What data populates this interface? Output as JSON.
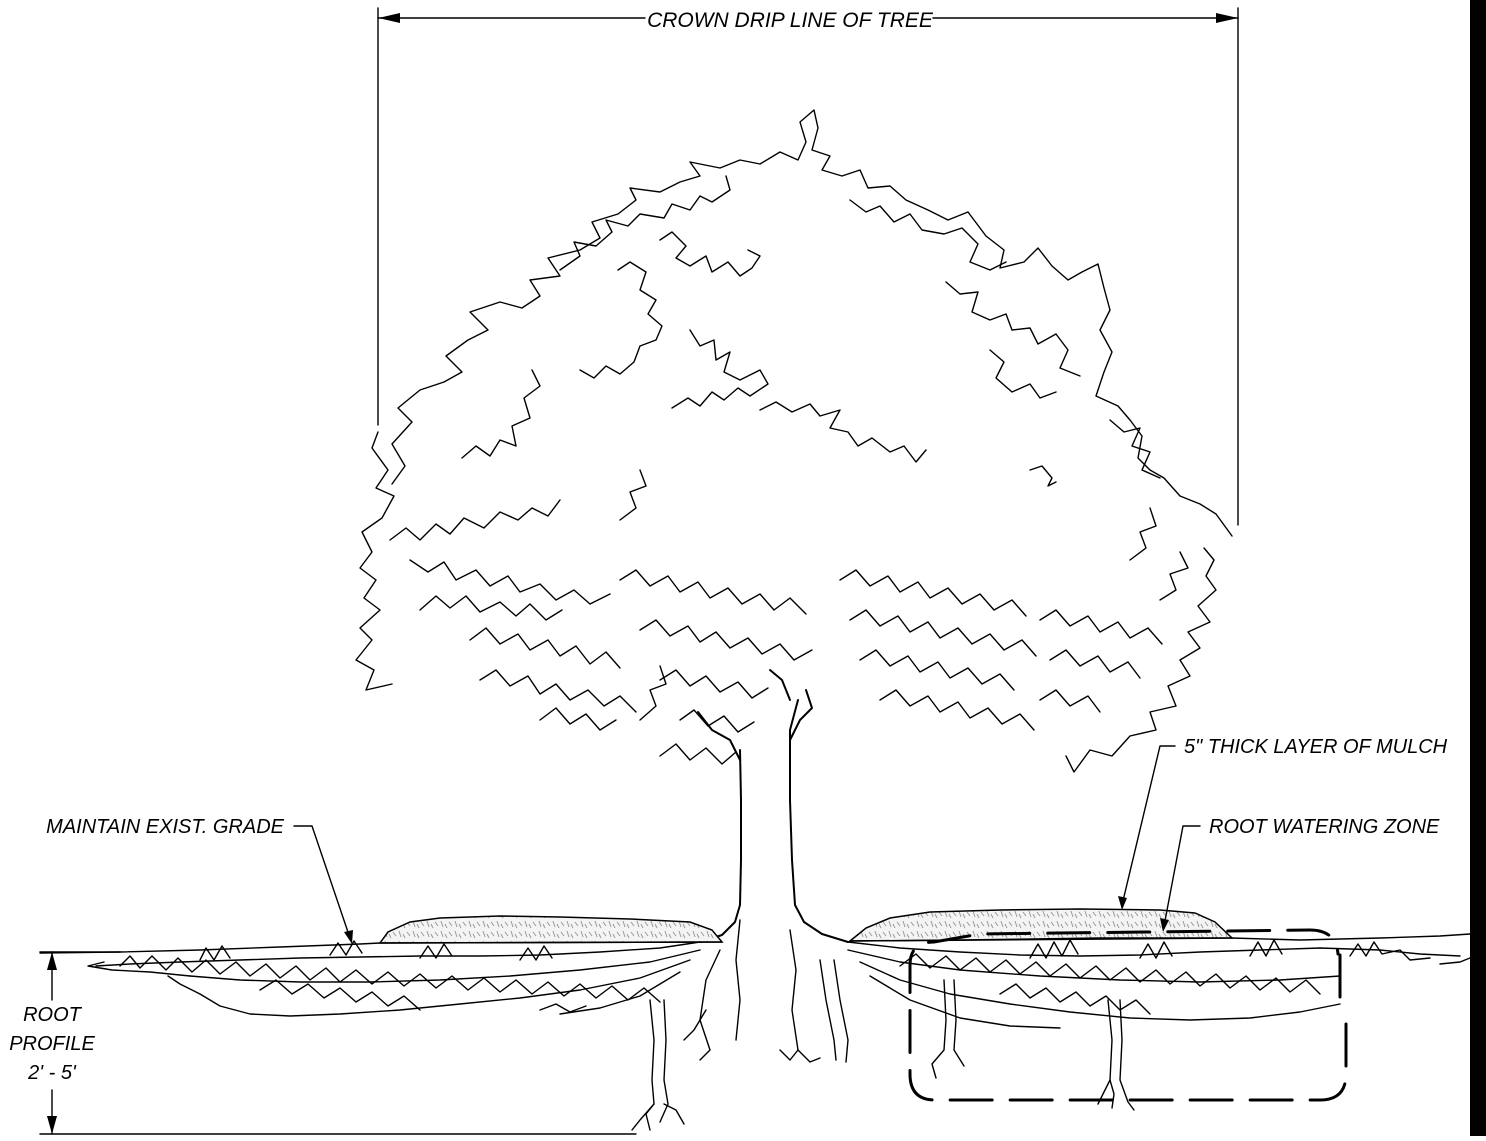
{
  "labels": {
    "crown": "CROWN DRIP LINE OF TREE",
    "mulch": "5\" THICK LAYER OF MULCH",
    "watering": "ROOT WATERING ZONE",
    "grade": "MAINTAIN EXIST. GRADE",
    "root_profile_line1": "ROOT",
    "root_profile_line2": "PROFILE",
    "root_profile_line3": "2' - 5'"
  },
  "colors": {
    "ink": "#000000",
    "mulch_fill": "#f4f4f4",
    "mulch_speckle": "#9a9a9a",
    "background": "#ffffff"
  }
}
